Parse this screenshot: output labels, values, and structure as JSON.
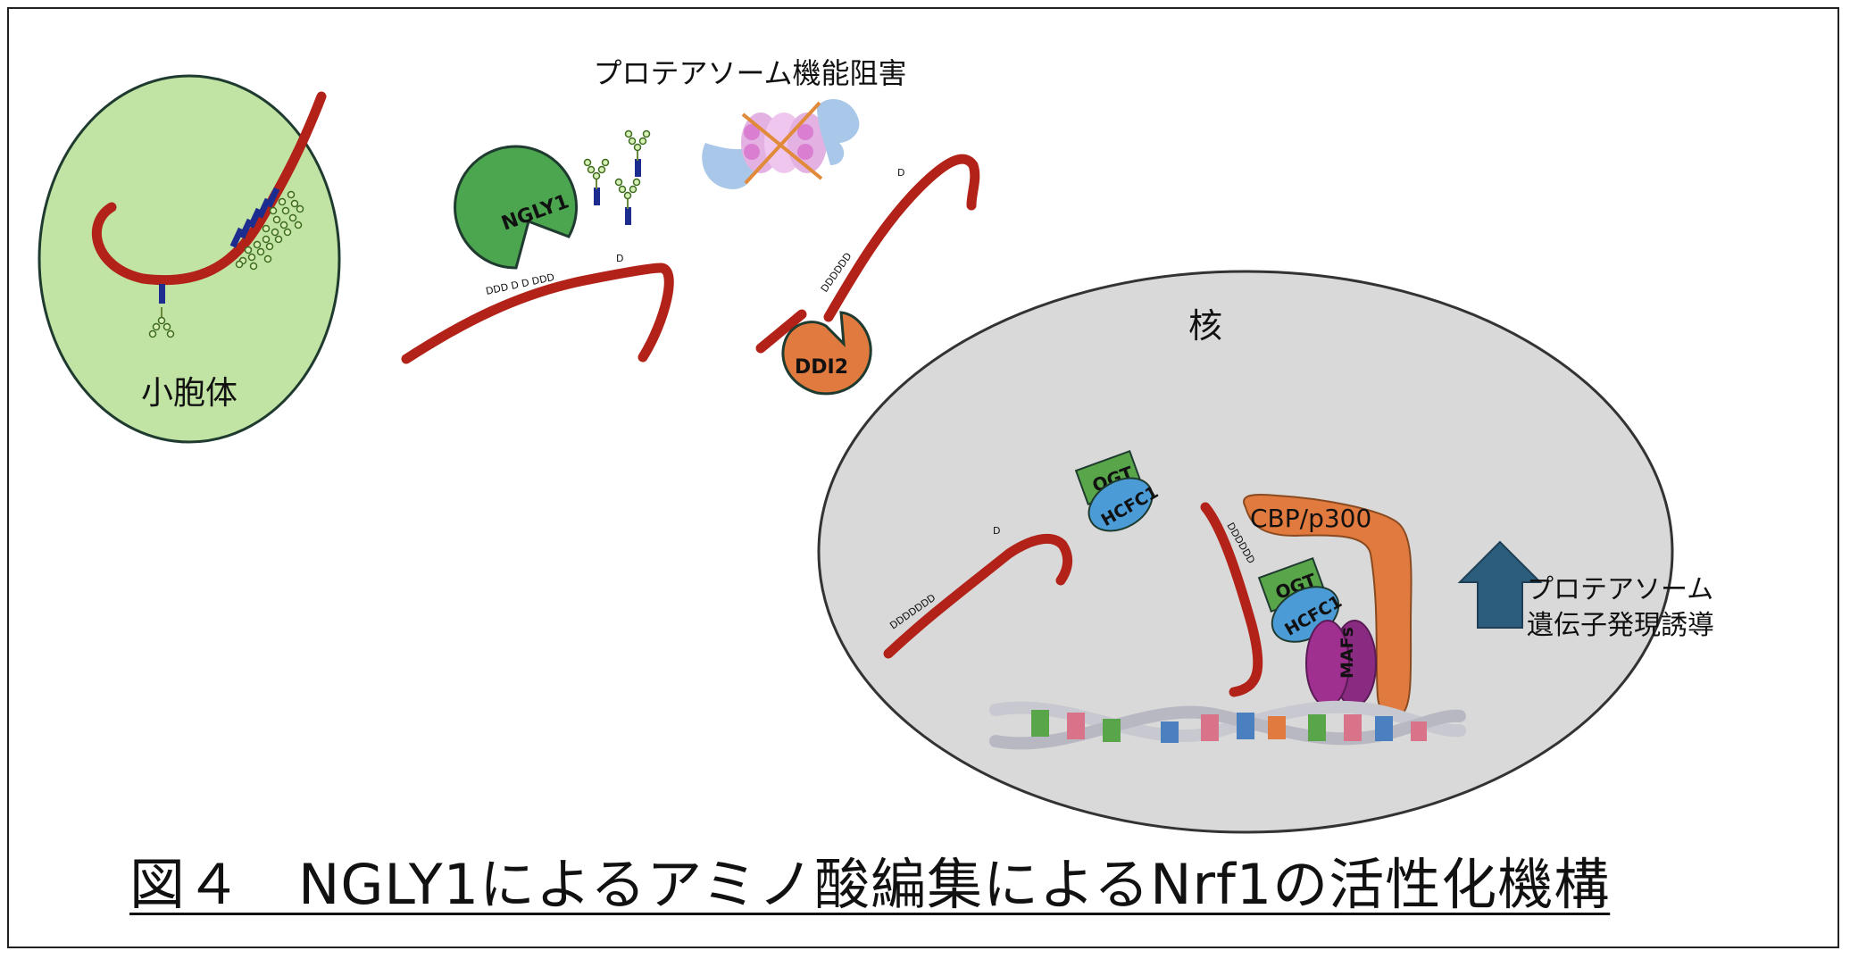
{
  "labels": {
    "organelle": "小胞体",
    "proteasome_inhibition": "プロテアソーム機能阻害",
    "nucleus": "核",
    "ngly1": "NGLY1",
    "ddi2": "DDI2",
    "ogt": "OGT",
    "hcfc1": "HCFC1",
    "cbp": "CBP/p300",
    "mafs": "MAFs",
    "induction_line1": "プロテアソーム",
    "induction_line2": "遺伝子発現誘導",
    "d_single": "D",
    "d_group_1": "DDD D D DDD",
    "d_group_2": "DDDDDD",
    "d_group_3": "DDDDDDD",
    "d_group_4": "DDDDDD"
  },
  "caption": "図４　NGLY1によるアミノ酸編集によるNrf1の活性化機構",
  "colors": {
    "chain": "#b22218",
    "er_fill": "#c1e3a3",
    "nucleus_fill": "#d9d9d9",
    "ngly1": "#4ca64f",
    "ddi2": "#e07a3e",
    "ogt": "#58a54a",
    "hcfc1": "#4a9bd6",
    "cbp": "#e07a3e",
    "mafs": "#a0308f",
    "arrow": "#2d5d7d",
    "proteasome_blue": "#a9c7e8",
    "proteasome_pink": "#d97ed1",
    "cross": "#e08a3a",
    "glycan_blue": "#1d2c8f",
    "glycan_green": "#7cc24a"
  }
}
